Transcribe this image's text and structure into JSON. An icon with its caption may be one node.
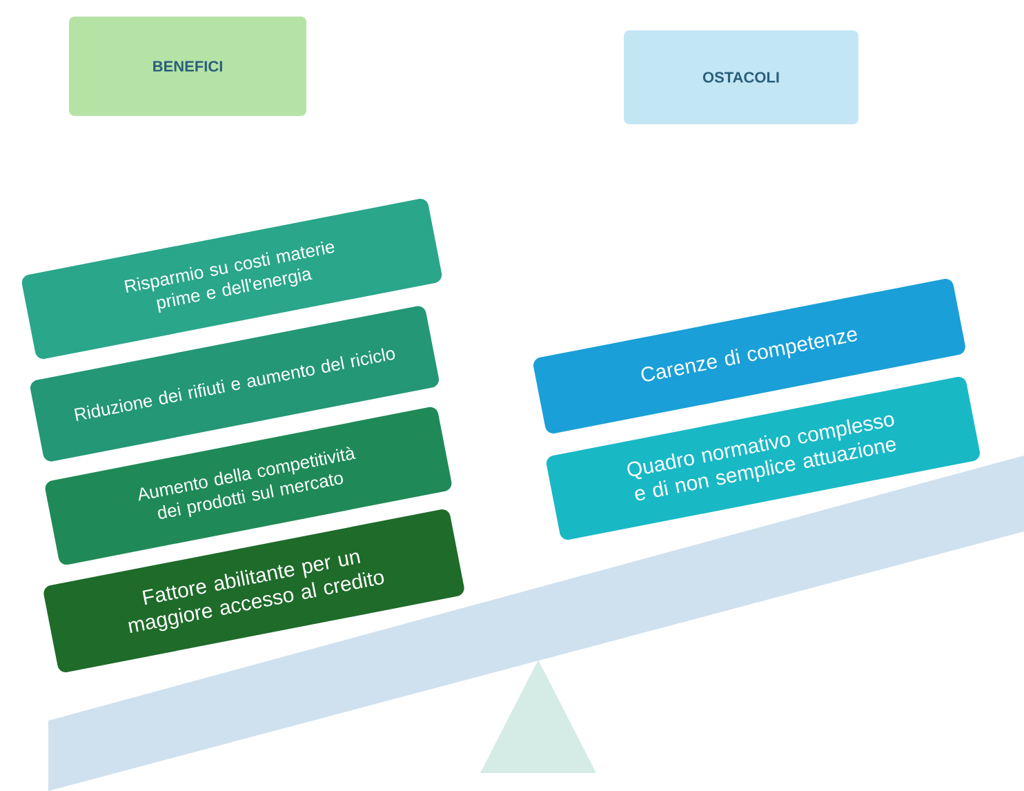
{
  "diagram": {
    "nodes": [
      {
        "text": [
          "BENEFICI"
        ]
      },
      {
        "text": [
          "OSTACOLI"
        ]
      },
      {
        "text": [
          "Risparmio su costi materie prime e dell'energia"
        ]
      },
      {
        "text": [
          "Riduzione dei rifiuti e aumento del riciclo"
        ]
      },
      {
        "text": [
          "Aumento della competitività dei prodotti sul mercato"
        ]
      },
      {
        "text": [
          "Fattore abilitante per un maggiore accesso al credito"
        ]
      },
      {
        "text": [
          "Carenze di competenze"
        ]
      },
      {
        "text": [
          "Quadro normativo complesso e di non semplice attuazione"
        ]
      }
    ]
  }
}
